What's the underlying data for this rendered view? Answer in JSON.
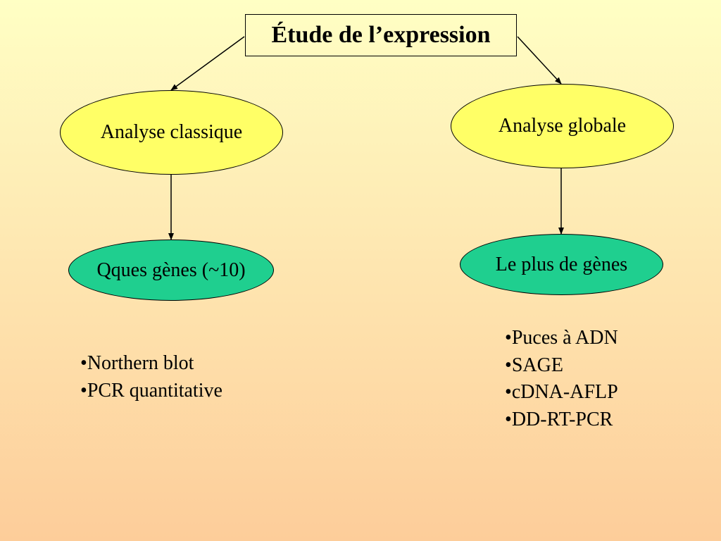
{
  "title": "Étude de l’expression",
  "nodes": {
    "analyse_classique": "Analyse classique",
    "analyse_globale": "Analyse globale",
    "qques_genes": "Qques gènes (~10)",
    "plus_de_genes": "Le plus de gènes"
  },
  "methods_classique": [
    "Northern blot",
    "PCR quantitative"
  ],
  "methods_globale": [
    "Puces à ADN",
    "SAGE",
    "cDNA-AFLP",
    "DD-RT-PCR"
  ],
  "colors": {
    "ellipse_top": "#ffff66",
    "ellipse_bottom": "#1fcf8f",
    "background_top": "#ffffc4",
    "background_bottom": "#fdcd9a"
  }
}
